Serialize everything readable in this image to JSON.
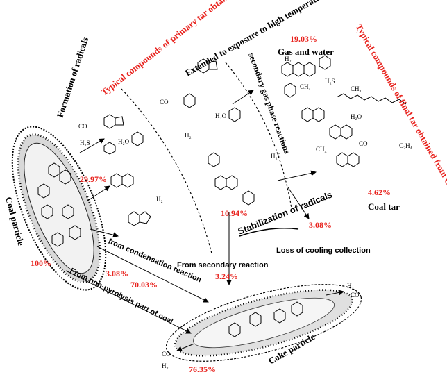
{
  "headings": {
    "primary_tar": "Typical compounds of primary tar obtained from Py-GC/MS",
    "final_tar": "Typical compounds of final tar obtained from G-K"
  },
  "labels": {
    "formation_of_radicals": "Formation of radicals",
    "extended_high_temp": "Extended to exposure to high temperatures",
    "secondary_gas_phase": "secondary gas phase reactions",
    "gas_and_water": "Gas and water",
    "coal_tar": "Coal tar",
    "stabilization_of_radicals": "Stabilization of radicals",
    "loss_of_cooling": "Loss of cooling collection",
    "from_secondary_reaction": "From secondary reaction",
    "from_condensation_reaction": "from condensation reaction",
    "from_non_pyrolysis": "From non-pyrolysis part of coal",
    "coal_particle": "Coal particle",
    "coke_particle": "Coke particle"
  },
  "percentages": {
    "gas_water": "19.03%",
    "primary": "29.97%",
    "coal_tar": "4.62%",
    "loss": "3.08%",
    "stabilization": "10.94%",
    "secondary": "3.24%",
    "condensation": "3.08%",
    "non_pyrolysis": "70.03%",
    "coal_particle": "100%",
    "coke_particle": "76.35%"
  },
  "species": {
    "co_1": "CO",
    "h2s_1": "H₂S",
    "h2o_1": "H₂O",
    "h2_1": "H₂",
    "co_2": "CO",
    "h2o_2": "H₂O",
    "h2_2": "H₂",
    "h2_3": "H₂",
    "h2s_2": "H₂S",
    "ch4_1": "CH₄",
    "ch4_2": "CH₄",
    "h2o_3": "H₂O",
    "h2s_3": "H₂S",
    "ch4_3": "CH₄",
    "c2h4": "C₂H₄",
    "co_3": "CO",
    "h2_4": "H₂",
    "co_4": "CO",
    "co_5": "CO",
    "h2_5": "H₂"
  },
  "colors": {
    "accent_red": "#e8231e",
    "text_black": "#000000"
  }
}
